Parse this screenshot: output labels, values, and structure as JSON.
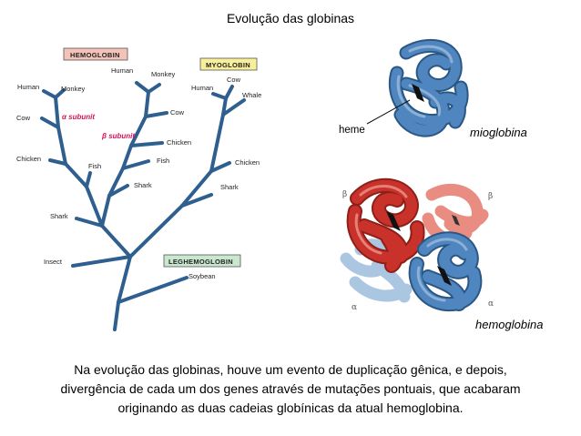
{
  "title": "Evolução das globinas",
  "tree": {
    "boxes": {
      "hemoglobin": "HEMOGLOBIN",
      "myoglobin": "MYOGLOBIN",
      "leghemoglobin": "LEGHEMOGLOBIN"
    },
    "subunits": {
      "alpha": "α subunit",
      "beta": "β subunit"
    },
    "alpha_leaves": {
      "human": "Human",
      "monkey": "Monkey",
      "cow": "Cow",
      "chicken": "Chicken",
      "fish": "Fish",
      "shark": "Shark"
    },
    "beta_leaves": {
      "human": "Human",
      "monkey": "Monkey",
      "cow": "Cow",
      "chicken": "Chicken",
      "fish": "Fish",
      "shark": "Shark"
    },
    "myo_leaves": {
      "human": "Human",
      "cow": "Cow",
      "whale": "Whale",
      "chicken": "Chicken",
      "shark": "Shark"
    },
    "root_leaves": {
      "insect": "Insect",
      "soybean": "Soybean"
    },
    "colors": {
      "branch": "#2e5f8f",
      "hemo_box": "#f3c2b8",
      "myo_box": "#f7ef9a",
      "leg_box": "#c9e7cf",
      "subunit_text": "#d4145a"
    }
  },
  "proteins": {
    "heme_label": "heme",
    "myoglobin_label": "mioglobina",
    "hemoglobin_label": "hemoglobina",
    "beta_symbol": "β",
    "alpha_symbol": "α",
    "colors": {
      "blue": "#4f86bf",
      "blue_dark": "#2b5785",
      "red": "#c9322a",
      "red_light": "#e8877c",
      "blue_light": "#a7c3e0"
    }
  },
  "caption": {
    "line1": "Na evolução das globinas, houve um evento de duplicação gênica, e depois,",
    "line2": "divergência de cada um dos genes através de mutações pontuais, que acabaram",
    "line3": "originando as duas cadeias globínicas da atual hemoglobina."
  }
}
